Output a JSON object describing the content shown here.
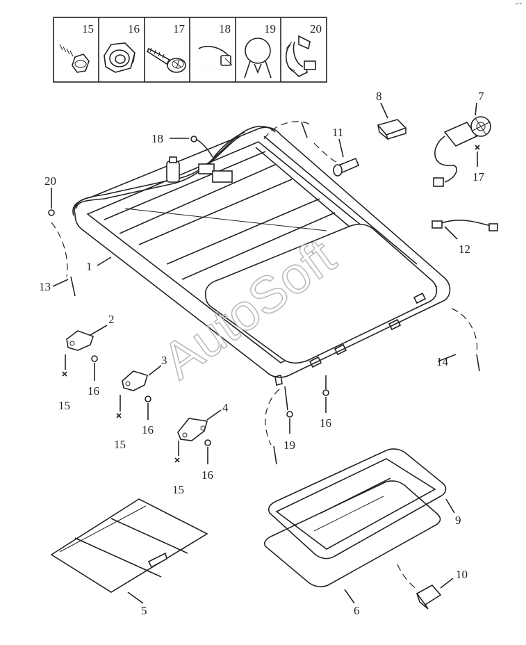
{
  "watermark": "AutoSoft",
  "corner_mark": "⌐-",
  "legend": {
    "cells": [
      {
        "num": "15",
        "icon": "bolt-icon"
      },
      {
        "num": "16",
        "icon": "nut-icon"
      },
      {
        "num": "17",
        "icon": "screw-icon"
      },
      {
        "num": "18",
        "icon": "clamp-icon"
      },
      {
        "num": "19",
        "icon": "clip-icon"
      },
      {
        "num": "20",
        "icon": "clip-bracket-icon"
      }
    ]
  },
  "callouts": {
    "c1": "1",
    "c2": "2",
    "c3": "3",
    "c4": "4",
    "c5": "5",
    "c6": "6",
    "c7": "7",
    "c8": "8",
    "c9": "9",
    "c10": "10",
    "c11": "11",
    "c12": "12",
    "c13": "13",
    "c14": "14",
    "c15a": "15",
    "c15b": "15",
    "c15c": "15",
    "c16a": "16",
    "c16b": "16",
    "c16c": "16",
    "c16d": "16",
    "c17": "17",
    "c18": "18",
    "c19": "19",
    "c20": "20"
  },
  "colors": {
    "line": "#222222",
    "watermark": "#bbbbbb"
  }
}
